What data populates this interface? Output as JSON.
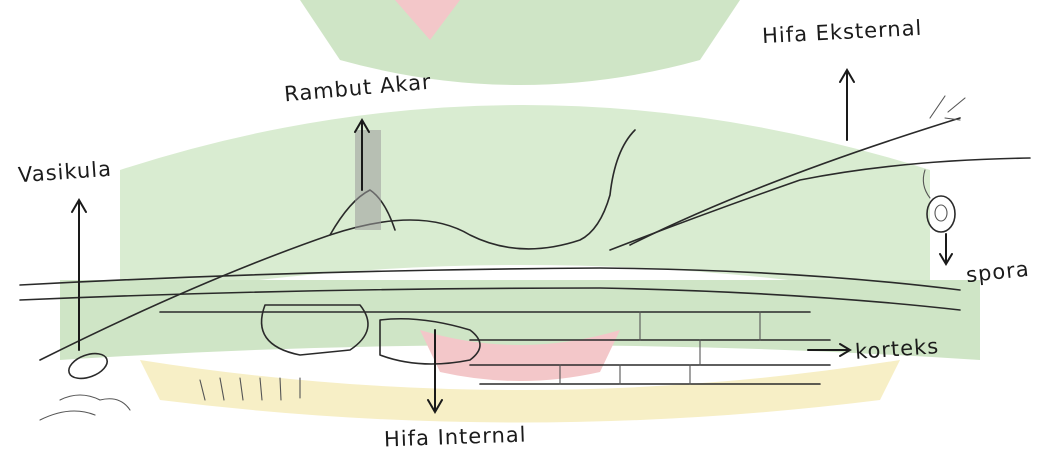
{
  "diagram": {
    "labels": {
      "vasikula": "Vasikula",
      "rambut_akar": "Rambut Akar",
      "hifa_eksternal": "Hifa Eksternal",
      "spora": "spora",
      "korteks": "korteks",
      "hifa_internal": "Hifa Internal"
    },
    "colors": {
      "watermark_green": "#cfe5c6",
      "watermark_red": "#f3c7c9",
      "watermark_yellow": "#f7efc6",
      "pencil": "#2a2a2a",
      "hair_shading": "#9a9a9a"
    }
  }
}
